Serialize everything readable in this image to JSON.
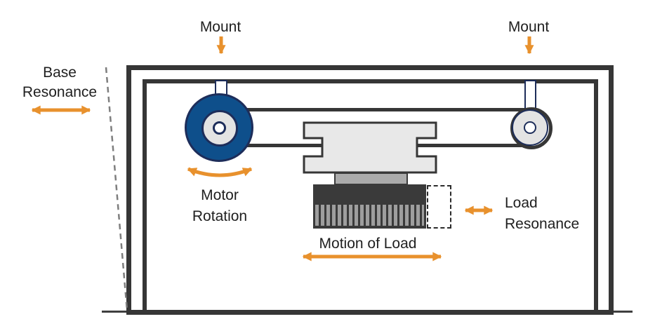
{
  "labels": {
    "mount_left": "Mount",
    "mount_right": "Mount",
    "base_resonance": {
      "line1": "Base",
      "line2": "Resonance"
    },
    "motor_rotation": {
      "line1": "Motor",
      "line2": "Rotation"
    },
    "motion_of_load": "Motion of Load",
    "load_resonance": {
      "line1": "Load",
      "line2": "Resonance"
    }
  },
  "icons": {
    "arrows": [
      {
        "name": "base-resonance-arrow",
        "type": "double-headed-horizontal"
      },
      {
        "name": "mount-arrow-left",
        "type": "down-arrow"
      },
      {
        "name": "mount-arrow-right",
        "type": "down-arrow"
      },
      {
        "name": "motor-rotation-arrow",
        "type": "curved-double-headed"
      },
      {
        "name": "motion-of-load-arrow",
        "type": "double-headed-horizontal"
      },
      {
        "name": "load-resonance-arrow",
        "type": "double-headed-horizontal"
      }
    ]
  },
  "colors": {
    "accent_orange": "#E8912D",
    "frame_dark": "#363636",
    "motor_blue": "#0E4F8B",
    "navy_outline": "#1D2D5A",
    "carriage_gray": "#E8E8E8",
    "pedestal_gray": "#ABABAB",
    "load_dark": "#3A3A3A",
    "brush_stripe_gray": "#9E9E9E",
    "dashed_line_gray": "#7E7E7E",
    "text": "#1F1F1F",
    "background": "#FFFFFF"
  }
}
